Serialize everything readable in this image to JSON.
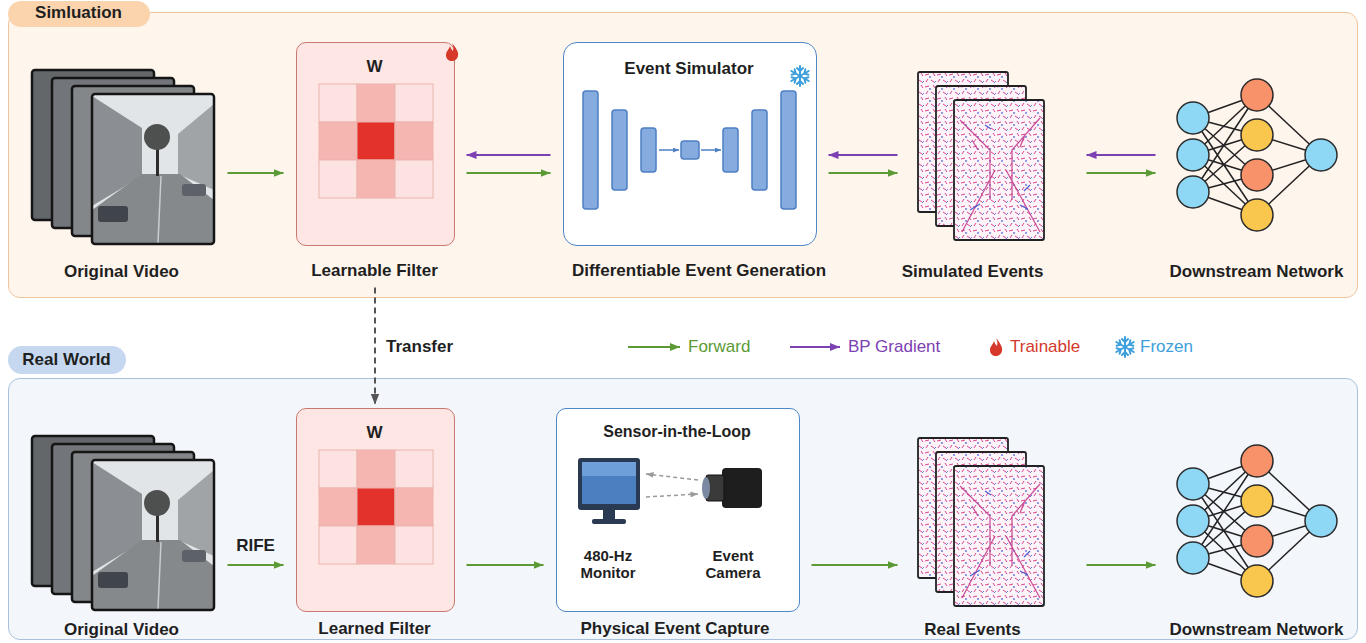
{
  "diagram": {
    "nodes": [
      {
        "text": [
          "Simluation"
        ]
      },
      {
        "text": [
          "Original Video"
        ],
        "in": 0
      },
      {
        "text": [
          "W",
          "Learnable Filter"
        ],
        "in": 0
      },
      {
        "text": [
          "Event Simulator",
          "Differentiable Event Generation"
        ],
        "in": 0
      },
      {
        "text": [
          "Simulated Events"
        ],
        "in": 0
      },
      {
        "text": [
          "Downstream Network"
        ],
        "in": 0
      },
      {
        "text": [
          "Real World"
        ]
      },
      {
        "text": [
          "Original Video"
        ],
        "in": 6
      },
      {
        "text": [
          "W",
          "Learned Filter"
        ],
        "in": 6
      },
      {
        "text": [
          "Sensor-in-the-Loop",
          "480-Hz Monitor",
          "Event Camera",
          "Physical Event Capture"
        ],
        "in": 6
      },
      {
        "text": [
          "Real Events"
        ],
        "in": 6
      },
      {
        "text": [
          "Downstream Network"
        ],
        "in": 6
      }
    ],
    "edges": [
      {
        "from": 1,
        "to": 2,
        "arrow": "to"
      },
      {
        "from": 2,
        "to": 3,
        "arrow": "to"
      },
      {
        "from": 3,
        "to": 4,
        "arrow": "to"
      },
      {
        "from": 4,
        "to": 5,
        "arrow": "to"
      },
      {
        "from": 5,
        "to": 4,
        "arrow": "to"
      },
      {
        "from": 4,
        "to": 3,
        "arrow": "to"
      },
      {
        "from": 3,
        "to": 2,
        "arrow": "to"
      },
      {
        "from": 2,
        "to": 8,
        "label": "Transfer",
        "arrow": "to"
      },
      {
        "from": 7,
        "to": 8,
        "label": "RIFE",
        "arrow": "to"
      },
      {
        "from": 8,
        "to": 9,
        "arrow": "to"
      },
      {
        "from": 9,
        "to": 10,
        "arrow": "to"
      },
      {
        "from": 10,
        "to": 11,
        "arrow": "to"
      }
    ],
    "legend": [
      {
        "text": "Forward"
      },
      {
        "text": "BP Gradient"
      },
      {
        "text": "Trainable"
      },
      {
        "text": "Frozen"
      }
    ]
  }
}
